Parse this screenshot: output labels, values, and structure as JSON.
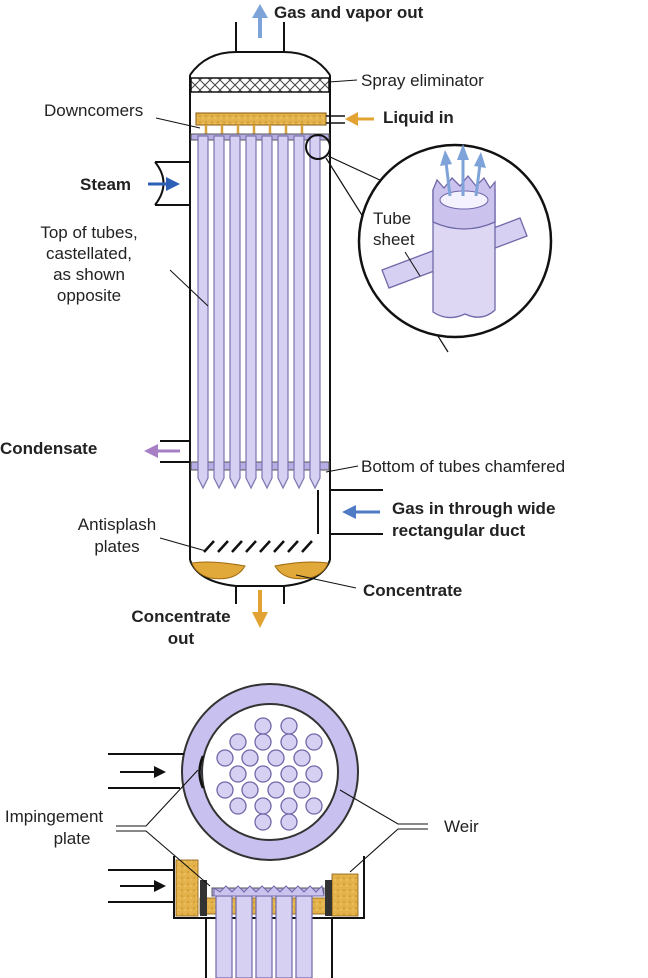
{
  "colors": {
    "tube_fill": "#d6d0f2",
    "tube_stroke": "#7a74b0",
    "outline": "#111111",
    "liquid": "#e0a93a",
    "arrow_blue": "#2e5fb6",
    "arrow_light_blue": "#7ea3d8",
    "arrow_orange": "#e3a332",
    "arrow_purple": "#a77fc4"
  },
  "labels": {
    "gas_vapor_out": "Gas and vapor out",
    "spray_eliminator": "Spray eliminator",
    "downcomers": "Downcomers",
    "liquid_in": "Liquid in",
    "steam": "Steam",
    "tube_sheet_1": "Tube",
    "tube_sheet_2": "sheet",
    "top_tubes_1": "Top of tubes,",
    "top_tubes_2": "castellated,",
    "top_tubes_3": "as shown",
    "top_tubes_4": "opposite",
    "condensate": "Condensate",
    "bottom_tubes": "Bottom of tubes chamfered",
    "gas_in_1": "Gas in through wide",
    "gas_in_2": "rectangular duct",
    "antisplash_1": "Antisplash",
    "antisplash_2": "plates",
    "concentrate": "Concentrate",
    "concentrate_out_1": "Concentrate",
    "concentrate_out_2": "out",
    "impingement_1": "Impingement",
    "impingement_2": "plate",
    "weir": "Weir"
  },
  "icons": [
    "arrow-up-icon",
    "arrow-left-icon",
    "arrow-right-icon",
    "arrow-down-icon"
  ]
}
